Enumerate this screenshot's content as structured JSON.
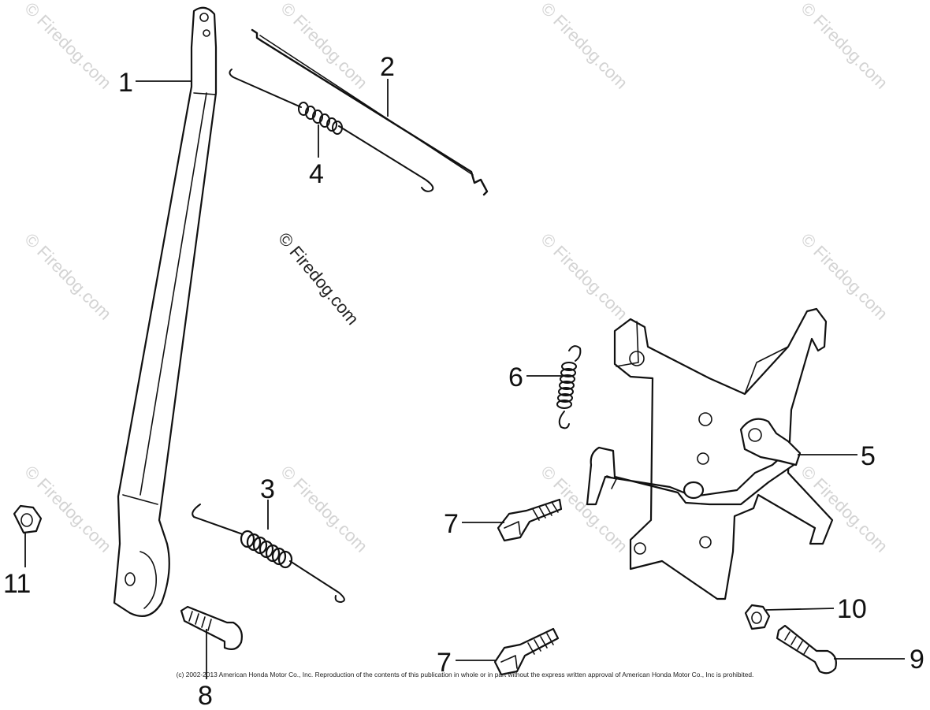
{
  "watermark": "© Firedog.com",
  "copyright": "(c) 2002-2013 American Honda Motor Co., Inc. Reproduction of the contents of this publication in whole or in part without the express written approval of American Honda Motor Co., Inc is prohibited.",
  "callouts": {
    "c1": "1",
    "c2": "2",
    "c3": "3",
    "c4": "4",
    "c5": "5",
    "c6": "6",
    "c7a": "7",
    "c7b": "7",
    "c8": "8",
    "c9": "9",
    "c10": "10",
    "c11": "11"
  }
}
